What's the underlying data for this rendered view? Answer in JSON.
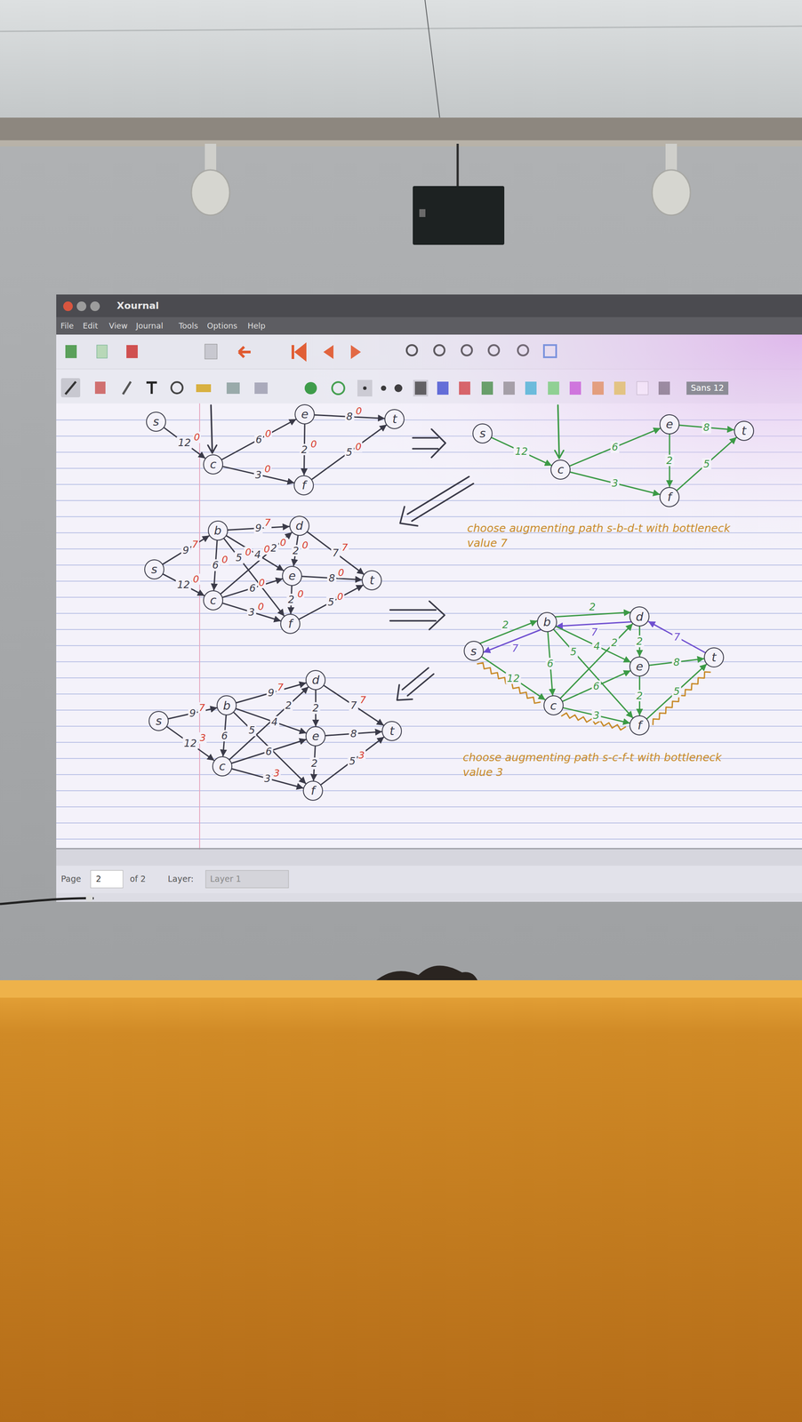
{
  "diagram": {
    "nodes": [
      {
        "text": [
          "s"
        ]
      },
      {
        "text": [
          "c"
        ]
      },
      {
        "text": [
          "e"
        ]
      },
      {
        "text": [
          "t"
        ]
      },
      {
        "text": [
          "f"
        ]
      },
      {
        "text": [
          "s"
        ]
      },
      {
        "text": [
          "c"
        ]
      },
      {
        "text": [
          "e"
        ]
      },
      {
        "text": [
          "t"
        ]
      },
      {
        "text": [
          "f"
        ]
      },
      {
        "text": [
          "s"
        ]
      },
      {
        "text": [
          "b"
        ]
      },
      {
        "text": [
          "d"
        ]
      },
      {
        "text": [
          "e"
        ]
      },
      {
        "text": [
          "t"
        ]
      },
      {
        "text": [
          "c"
        ]
      },
      {
        "text": [
          "f"
        ]
      },
      {
        "text": [
          "s"
        ]
      },
      {
        "text": [
          "b"
        ]
      },
      {
        "text": [
          "d"
        ]
      },
      {
        "text": [
          "e"
        ]
      },
      {
        "text": [
          "t"
        ]
      },
      {
        "text": [
          "c"
        ]
      },
      {
        "text": [
          "f"
        ]
      },
      {
        "text": [
          "s"
        ]
      },
      {
        "text": [
          "b"
        ]
      },
      {
        "text": [
          "d"
        ]
      },
      {
        "text": [
          "e"
        ]
      },
      {
        "text": [
          "t"
        ]
      },
      {
        "text": [
          "c"
        ]
      },
      {
        "text": [
          "f"
        ]
      }
    ],
    "edges": [
      {
        "from": 0,
        "to": 1,
        "arrow": "to",
        "label": "12"
      },
      {
        "from": 1,
        "to": 2,
        "arrow": "to",
        "label": "6"
      },
      {
        "from": 1,
        "to": 4,
        "arrow": "to",
        "label": "3"
      },
      {
        "from": 2,
        "to": 3,
        "arrow": "to",
        "label": "8"
      },
      {
        "from": 2,
        "to": 4,
        "arrow": "to",
        "label": "2"
      },
      {
        "from": 4,
        "to": 3,
        "arrow": "to",
        "label": "5"
      },
      {
        "from": 5,
        "to": 6,
        "arrow": "to",
        "label": "12"
      },
      {
        "from": 6,
        "to": 7,
        "arrow": "to",
        "label": "6"
      },
      {
        "from": 6,
        "to": 9,
        "arrow": "to",
        "label": "3"
      },
      {
        "from": 7,
        "to": 8,
        "arrow": "to",
        "label": "8"
      },
      {
        "from": 7,
        "to": 9,
        "arrow": "to",
        "label": "2"
      },
      {
        "from": 9,
        "to": 8,
        "arrow": "to",
        "label": "5"
      },
      {
        "from": 10,
        "to": 11,
        "arrow": "to",
        "label": "9"
      },
      {
        "from": 10,
        "to": 15,
        "arrow": "to",
        "label": "12"
      },
      {
        "from": 11,
        "to": 12,
        "arrow": "to",
        "label": "9"
      },
      {
        "from": 11,
        "to": 15,
        "arrow": "to",
        "label": "6"
      },
      {
        "from": 11,
        "to": 13,
        "arrow": "to",
        "label": "4"
      },
      {
        "from": 11,
        "to": 16,
        "arrow": "to",
        "label": "5"
      },
      {
        "from": 15,
        "to": 12,
        "arrow": "to",
        "label": "2"
      },
      {
        "from": 15,
        "to": 13,
        "arrow": "to",
        "label": "6"
      },
      {
        "from": 15,
        "to": 16,
        "arrow": "to",
        "label": "3"
      },
      {
        "from": 12,
        "to": 13,
        "arrow": "to",
        "label": "2"
      },
      {
        "from": 12,
        "to": 14,
        "arrow": "to",
        "label": "7"
      },
      {
        "from": 13,
        "to": 14,
        "arrow": "to",
        "label": "8"
      },
      {
        "from": 13,
        "to": 16,
        "arrow": "to",
        "label": "2"
      },
      {
        "from": 16,
        "to": 14,
        "arrow": "to",
        "label": "5"
      },
      {
        "from": 17,
        "to": 18,
        "arrow": "to",
        "label": "2"
      },
      {
        "from": 18,
        "to": 17,
        "arrow": "to",
        "label": "7"
      },
      {
        "from": 17,
        "to": 22,
        "arrow": "to",
        "label": "12"
      },
      {
        "from": 18,
        "to": 19,
        "arrow": "to",
        "label": "2"
      },
      {
        "from": 19,
        "to": 18,
        "arrow": "to",
        "label": "7"
      },
      {
        "from": 21,
        "to": 19,
        "arrow": "to",
        "label": "7"
      },
      {
        "from": 18,
        "to": 22,
        "arrow": "to",
        "label": "6"
      },
      {
        "from": 18,
        "to": 20,
        "arrow": "to",
        "label": "4"
      },
      {
        "from": 18,
        "to": 23,
        "arrow": "to",
        "label": "5"
      },
      {
        "from": 22,
        "to": 19,
        "arrow": "to",
        "label": "2"
      },
      {
        "from": 22,
        "to": 20,
        "arrow": "to",
        "label": "6"
      },
      {
        "from": 22,
        "to": 23,
        "arrow": "to",
        "label": "3"
      },
      {
        "from": 19,
        "to": 20,
        "arrow": "to",
        "label": "2"
      },
      {
        "from": 20,
        "to": 21,
        "arrow": "to",
        "label": "8"
      },
      {
        "from": 20,
        "to": 23,
        "arrow": "to",
        "label": "2"
      },
      {
        "from": 23,
        "to": 21,
        "arrow": "to",
        "label": "5"
      },
      {
        "from": 24,
        "to": 25,
        "arrow": "to",
        "label": "9"
      },
      {
        "from": 24,
        "to": 29,
        "arrow": "to",
        "label": "12"
      },
      {
        "from": 25,
        "to": 26,
        "arrow": "to",
        "label": "9"
      },
      {
        "from": 25,
        "to": 29,
        "arrow": "to",
        "label": "6"
      },
      {
        "from": 25,
        "to": 27,
        "arrow": "to",
        "label": "4"
      },
      {
        "from": 25,
        "to": 30,
        "arrow": "to",
        "label": "5"
      },
      {
        "from": 29,
        "to": 26,
        "arrow": "to",
        "label": "2"
      },
      {
        "from": 29,
        "to": 27,
        "arrow": "to",
        "label": "6"
      },
      {
        "from": 29,
        "to": 30,
        "arrow": "to",
        "label": "3"
      },
      {
        "from": 26,
        "to": 27,
        "arrow": "to",
        "label": "2"
      },
      {
        "from": 26,
        "to": 28,
        "arrow": "to",
        "label": "7"
      },
      {
        "from": 27,
        "to": 28,
        "arrow": "to",
        "label": "8"
      },
      {
        "from": 27,
        "to": 30,
        "arrow": "to",
        "label": "2"
      },
      {
        "from": 30,
        "to": 28,
        "arrow": "to",
        "label": "5"
      }
    ],
    "labels": [
      "Xournal",
      "File",
      "Edit",
      "View",
      "Journal",
      "Tools",
      "Options",
      "Help",
      "Sans 12",
      "Page",
      "2",
      "of 2",
      "Layer:",
      "Layer 1",
      "choose augmenting path s-b-d-t with bottleneck value 7",
      "choose augmenting path s-c-f-t with bottleneck value 3",
      "0",
      "0",
      "0",
      "0",
      "0",
      "0",
      "7",
      "0",
      "7",
      "0",
      "0",
      "0",
      "0",
      "0",
      "0",
      "0",
      "7",
      "0",
      "0",
      "0",
      "7",
      "3",
      "7",
      "3",
      "7",
      "3"
    ]
  }
}
